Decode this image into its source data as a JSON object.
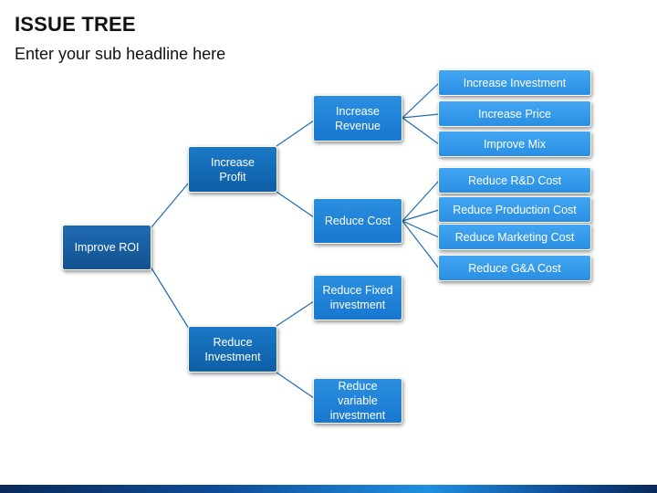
{
  "header": {
    "title": "ISSUE TREE",
    "subtitle": "Enter your sub headline here"
  },
  "tree": {
    "root": "Improve ROI",
    "branches": {
      "increase_profit": "Increase\nProfit",
      "reduce_investment": "Reduce\nInvestment"
    },
    "sub_branches": {
      "increase_revenue": "Increase\nRevenue",
      "reduce_cost": "Reduce Cost",
      "reduce_fixed_investment": "Reduce Fixed\ninvestment",
      "reduce_variable_investment": "Reduce variable\ninvestment"
    },
    "leaves": {
      "increase_investment": "Increase Investment",
      "increase_price": "Increase Price",
      "improve_mix": "Improve Mix",
      "reduce_rd_cost": "Reduce R&D Cost",
      "reduce_production_cost": "Reduce Production Cost",
      "reduce_marketing_cost": "Reduce Marketing Cost",
      "reduce_ga_cost": "Reduce G&A Cost"
    }
  },
  "colors": {
    "connector": "#1f6cb5",
    "root_fill": "#13528f",
    "branch_fill": "#0e5fa6",
    "sub_branch_fill": "#1877cf",
    "leaf_fill": "#2a8fe3"
  }
}
